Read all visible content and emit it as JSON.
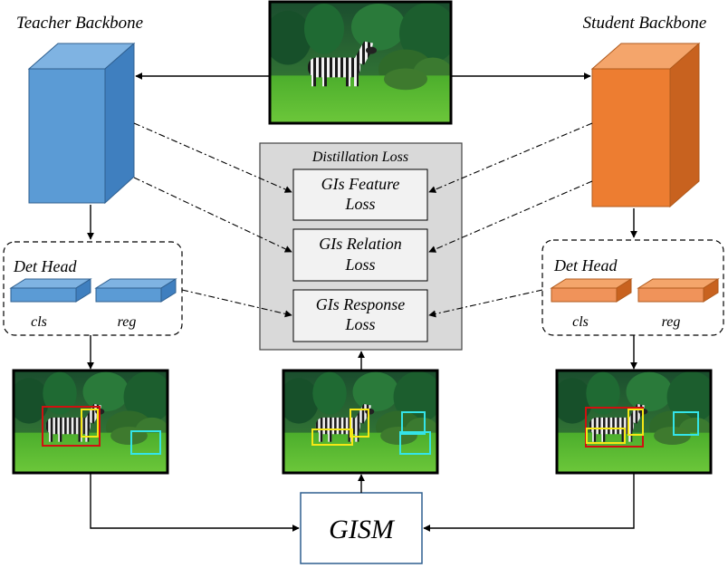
{
  "teacher": {
    "title": "Teacher Backbone",
    "head_title": "Det Head",
    "cls_label": "cls",
    "reg_label": "reg",
    "color_front": "#5b9bd5",
    "color_top": "#7fb3e2",
    "color_side": "#3f7fbf"
  },
  "student": {
    "title": "Student Backbone",
    "head_title": "Det Head",
    "cls_label": "cls",
    "reg_label": "reg",
    "color_front": "#ed7d31",
    "color_top": "#f4a56b",
    "color_side": "#c8621f"
  },
  "distillation": {
    "title": "Distillation Loss",
    "losses": [
      {
        "line1": "GIs Feature",
        "line2": "Loss"
      },
      {
        "line1": "GIs Relation",
        "line2": "Loss"
      },
      {
        "line1": "GIs Response",
        "line2": "Loss"
      }
    ]
  },
  "gism": {
    "label": "GISM"
  },
  "images": {
    "input": "zebra-input-image",
    "teacher_output": "teacher-detection-image",
    "gism_output": "gism-selected-instances-image",
    "student_output": "student-detection-image"
  },
  "box_colors": {
    "red": "#d01010",
    "yellow": "#f5e816",
    "cyan": "#34e4e8"
  }
}
